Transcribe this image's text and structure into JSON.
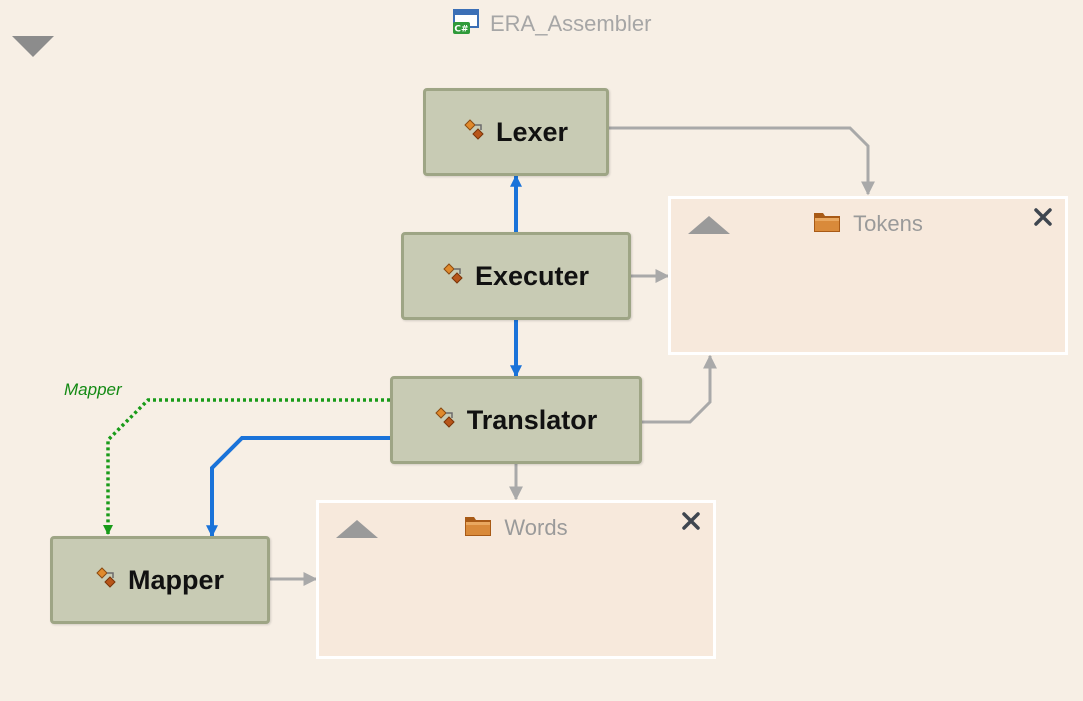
{
  "diagram": {
    "title": "ERA_Assembler",
    "title_icon": "csharp-project-icon",
    "classes": [
      {
        "id": "lexer",
        "label": "Lexer",
        "icon": "class-icon"
      },
      {
        "id": "executer",
        "label": "Executer",
        "icon": "class-icon"
      },
      {
        "id": "translator",
        "label": "Translator",
        "icon": "class-icon"
      },
      {
        "id": "mapper",
        "label": "Mapper",
        "icon": "class-icon"
      }
    ],
    "folders": [
      {
        "id": "tokens",
        "label": "Tokens",
        "icon": "folder-icon"
      },
      {
        "id": "words",
        "label": "Words",
        "icon": "folder-icon"
      }
    ],
    "link_labels": {
      "translator_to_mapper": "Mapper"
    },
    "colors": {
      "background": "#f7efe5",
      "class_fill": "#c8cbb4",
      "class_border": "#9ea585",
      "folder_fill": "#f7e9dc",
      "call_edge": "#1a73d9",
      "dependency_edge": "#a9a9a9",
      "field_edge": "#199b19"
    }
  }
}
